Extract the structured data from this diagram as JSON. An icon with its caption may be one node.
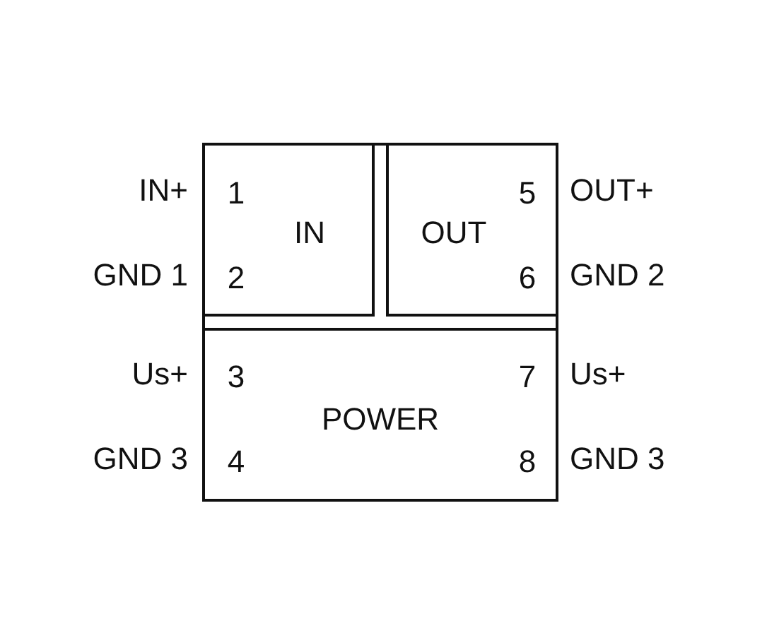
{
  "diagram": {
    "nodes": [
      {
        "text": [],
        "shape": "box"
      },
      {
        "text": [
          "1",
          "IN",
          "2"
        ],
        "in": 0,
        "beside": [
          "IN+",
          "GND 1"
        ]
      },
      {
        "text": [
          "5",
          "OUT",
          "6"
        ],
        "in": 0,
        "beside": [
          "OUT+",
          "GND 2"
        ]
      },
      {
        "text": [
          "3",
          "7",
          "POWER",
          "4",
          "8"
        ],
        "in": 0,
        "beside": [
          "Us+",
          "Us+",
          "GND 3",
          "GND 3"
        ]
      }
    ],
    "edges": []
  }
}
